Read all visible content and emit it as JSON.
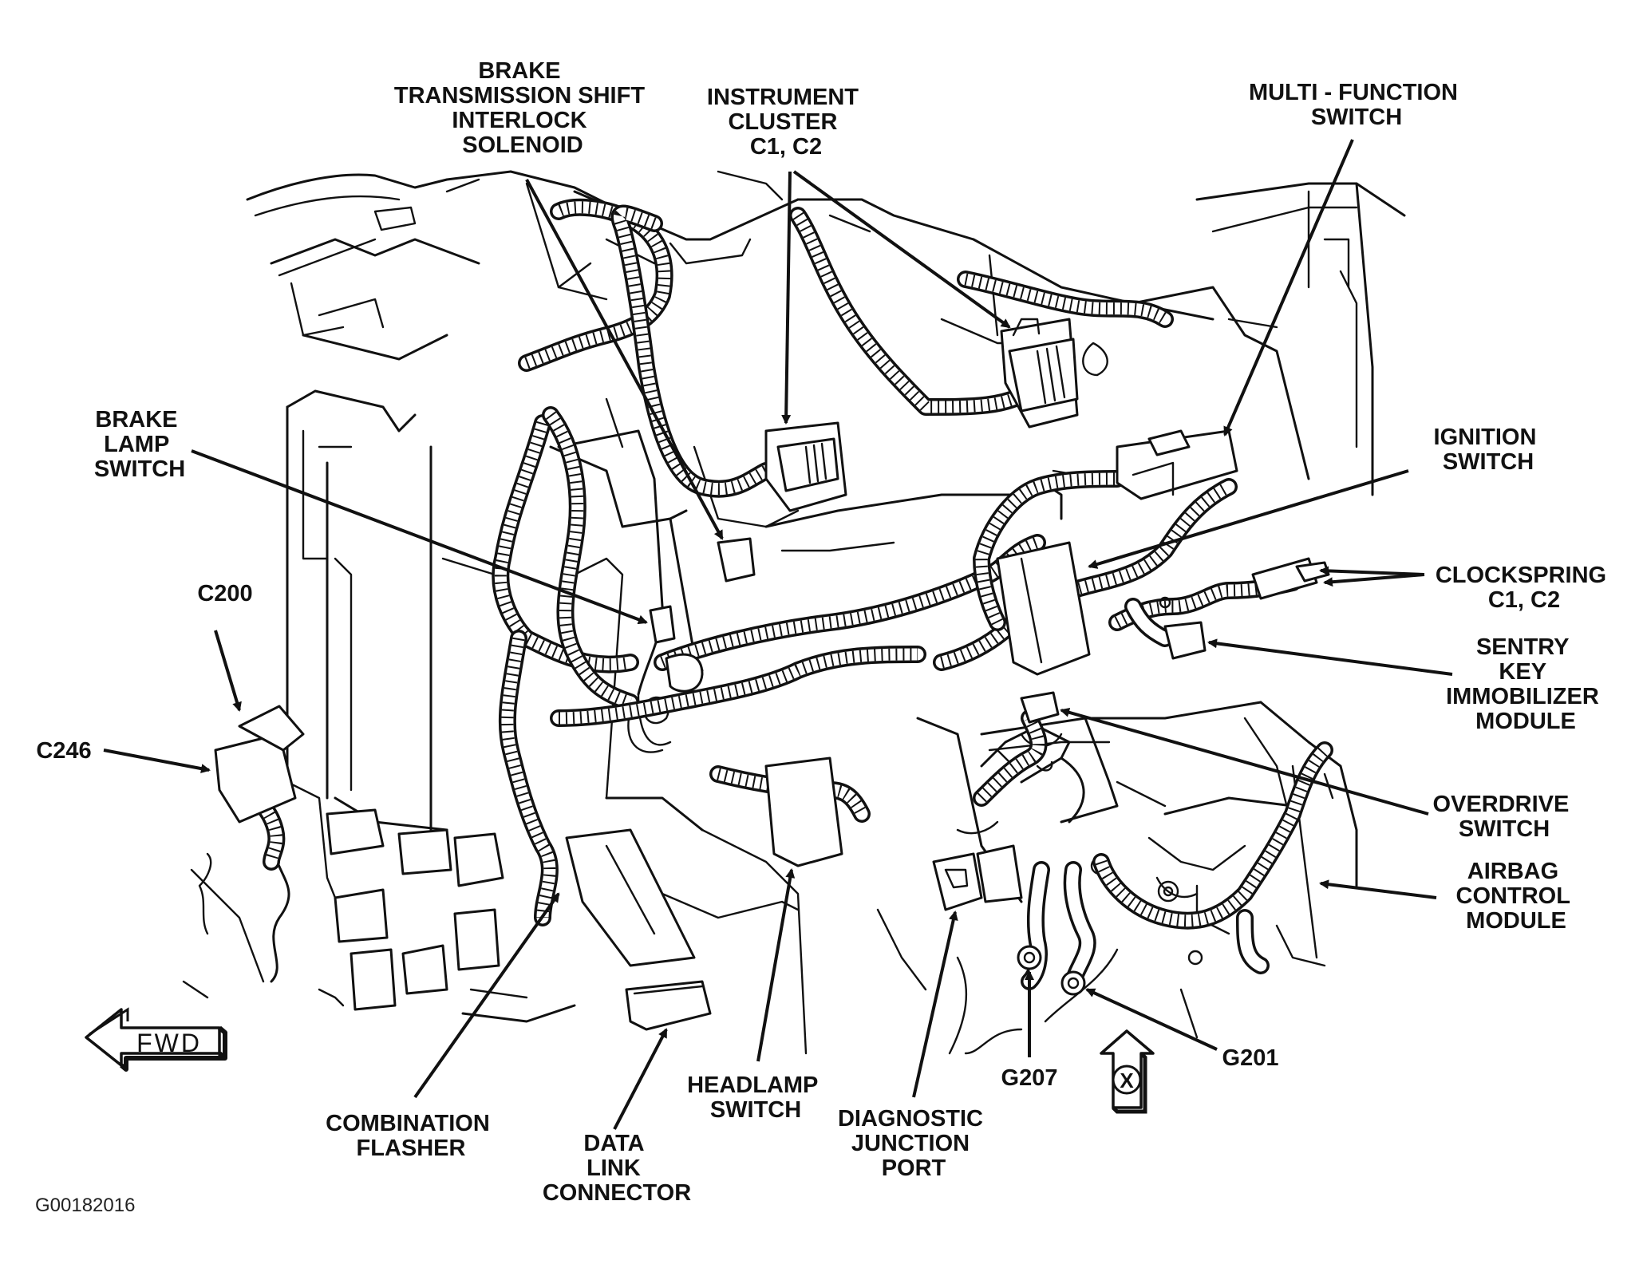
{
  "figure_code": "G00182016",
  "labels": {
    "brake_transmission_shift_interlock_solenoid": [
      "BRAKE",
      "TRANSMISSION SHIFT",
      "INTERLOCK",
      "SOLENOID"
    ],
    "instrument_cluster": [
      "INSTRUMENT",
      "CLUSTER",
      "C1, C2"
    ],
    "multi_function_switch": [
      "MULTI - FUNCTION",
      "SWITCH"
    ],
    "brake_lamp_switch": [
      "BRAKE",
      "LAMP",
      "SWITCH"
    ],
    "ignition_switch": [
      "IGNITION",
      "SWITCH"
    ],
    "clockspring": [
      "CLOCKSPRING",
      "C1, C2"
    ],
    "sentry_key_immobilizer_module": [
      "SENTRY",
      "KEY",
      "IMMOBILIZER",
      "MODULE"
    ],
    "c200": [
      "C200"
    ],
    "c246": [
      "C246"
    ],
    "overdrive_switch": [
      "OVERDRIVE",
      "SWITCH"
    ],
    "airbag_control_module": [
      "AIRBAG",
      "CONTROL",
      "MODULE"
    ],
    "combination_flasher": [
      "COMBINATION",
      "FLASHER"
    ],
    "data_link_connector": [
      "DATA",
      "LINK",
      "CONNECTOR"
    ],
    "headlamp_switch": [
      "HEADLAMP",
      "SWITCH"
    ],
    "diagnostic_junction_port": [
      "DIAGNOSTIC",
      "JUNCTION",
      "PORT"
    ],
    "g207": [
      "G207"
    ],
    "g201": [
      "G201"
    ]
  },
  "orientation": {
    "fwd": "FWD",
    "view": "X"
  }
}
